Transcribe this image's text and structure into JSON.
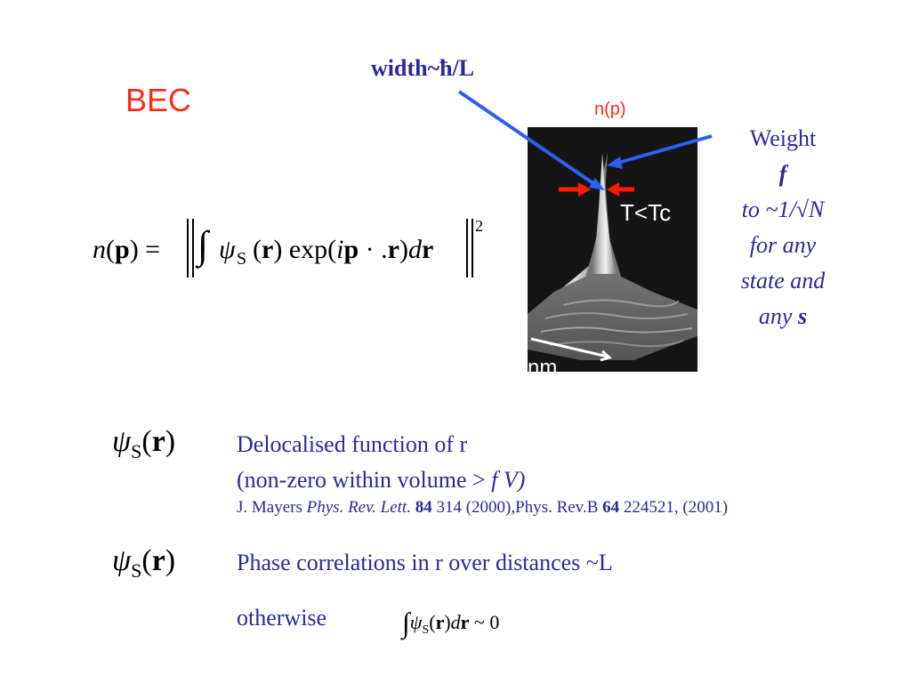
{
  "title": "BEC",
  "width_label": "width~ħ/L",
  "np_label": "n(p)",
  "image": {
    "overlay_text": "T<Tc",
    "axis_text": "nm"
  },
  "weight": {
    "line1": "Weight",
    "line2": "f",
    "line3": "to ~1/√N",
    "line4": "for any",
    "line5": "state and",
    "line6_prefix": "any",
    "line6_var": "s"
  },
  "main_equation": {
    "lhs": "n(p) =",
    "integral": "∫",
    "psi": "ψ",
    "psi_sub": "S",
    "body": "(r) exp(ip · .r)dr",
    "power": "2"
  },
  "psi_label_1": {
    "psi": "ψ",
    "sub": "S",
    "arg": "(r)"
  },
  "delocalised": {
    "line1": "Delocalised function of r",
    "line2_prefix": "(non-zero within volume ",
    "line2_gt": ">",
    "line2_suffix": " f V)"
  },
  "reference": {
    "author": "J. Mayers ",
    "journal": "Phys. Rev. Lett.",
    "vol1": "84",
    "rest1": " 314 (2000),Phys. Rev.B ",
    "vol2": "64",
    "rest2": " 224521, (2001)"
  },
  "psi_label_2": {
    "psi": "ψ",
    "sub": "S",
    "arg": "(r)"
  },
  "phase_text": "Phase correlations in r over distances ~L",
  "otherwise_text": "otherwise",
  "small_equation": {
    "integral": "∫",
    "psi": "ψ",
    "sub": "S",
    "body": "(r)dr ~ 0"
  },
  "colors": {
    "red": "#ff2a1a",
    "blue_text": "#2a2a9a",
    "arrow_blue": "#2d5ff0",
    "arrow_red": "#ff1a00"
  }
}
